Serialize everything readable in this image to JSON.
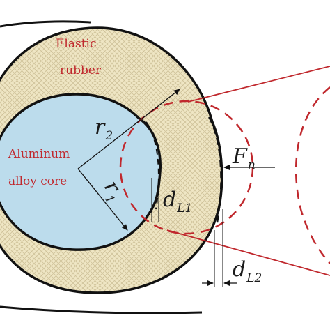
{
  "labels": {
    "rubber_line1": "Elastic",
    "rubber_line2": "rubber",
    "core_line1": "Aluminum",
    "core_line2": "alloy core",
    "r2_main": "r",
    "r2_sub": "2",
    "r1_main": "r",
    "r1_sub": "1",
    "force_main": "F",
    "force_sub": "n",
    "dl1_main": "d",
    "dl1_sub": "L1",
    "dl2_main": "d",
    "dl2_sub": "L2"
  },
  "colors": {
    "rubber_fill": "#efe6c4",
    "rubber_hatch": "#cfc29a",
    "core_fill": "#bcdcec",
    "outline": "#111111",
    "highlight": "#c0282d",
    "label_red": "#c0282d"
  }
}
